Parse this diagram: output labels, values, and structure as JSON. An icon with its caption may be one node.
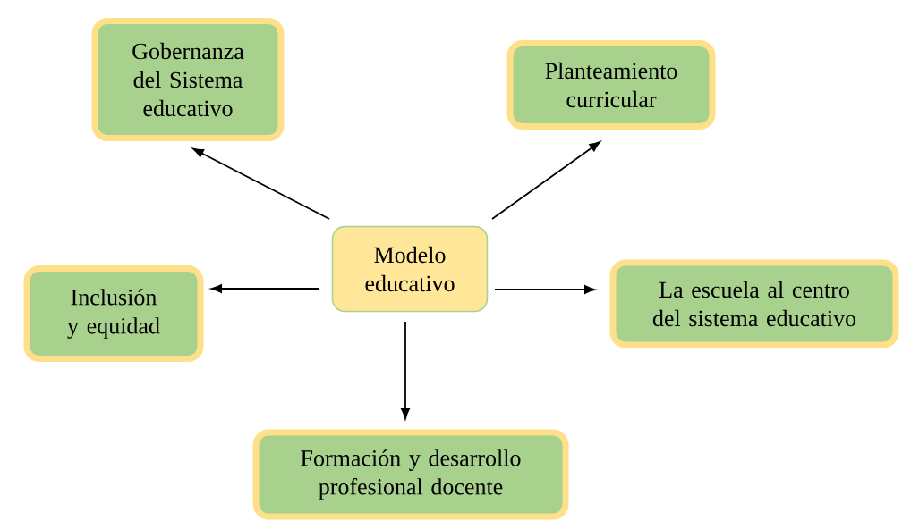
{
  "diagram": {
    "nodes": [
      {
        "text": [
          "Gobernanza del Sistema educativo"
        ]
      },
      {
        "text": [
          "Planteamiento curricular"
        ]
      },
      {
        "text": [
          "Modelo educativo"
        ]
      },
      {
        "text": [
          "Inclusión y equidad"
        ]
      },
      {
        "text": [
          "La escuela al centro del sistema educativo"
        ]
      },
      {
        "text": [
          "Formación y desarrollo profesional docente"
        ]
      }
    ],
    "edges": [
      {
        "from": 2,
        "to": 0,
        "arrow": "to"
      },
      {
        "from": 2,
        "to": 1,
        "arrow": "to"
      },
      {
        "from": 2,
        "to": 3,
        "arrow": "to"
      },
      {
        "from": 2,
        "to": 4,
        "arrow": "to"
      },
      {
        "from": 2,
        "to": 5,
        "arrow": "to"
      }
    ]
  }
}
